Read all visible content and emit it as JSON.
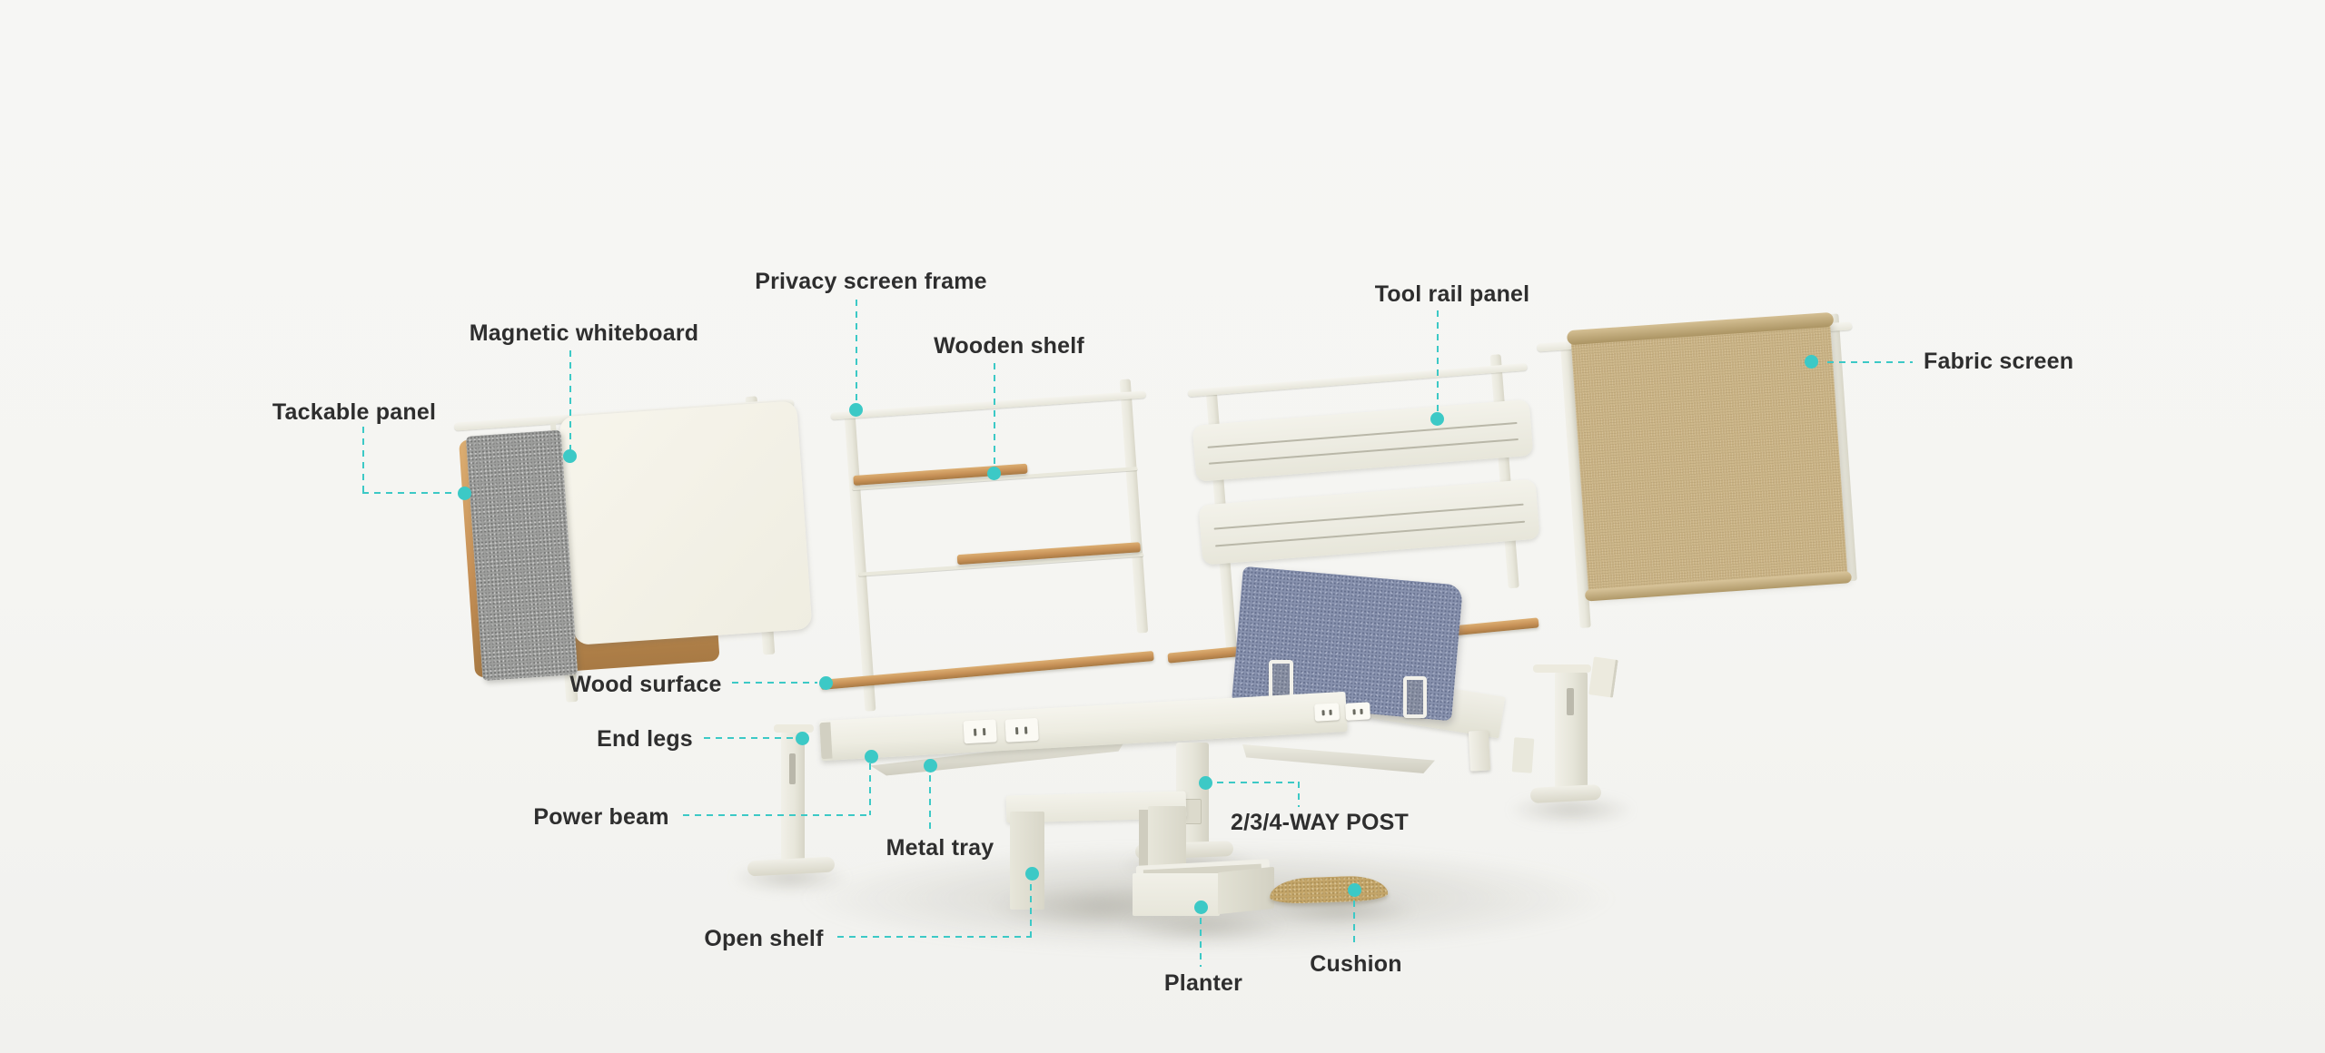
{
  "scene": {
    "description": "Exploded-view product diagram of a modular desk / bench system with annotated components",
    "background_color": "#f5f5f2",
    "accent_color": "#3cc9c6",
    "label_text_color": "#2e2e2e"
  },
  "labels": {
    "tackable_panel": "Tackable panel",
    "magnetic_whiteboard": "Magnetic whiteboard",
    "privacy_screen_frame": "Privacy screen frame",
    "wooden_shelf": "Wooden shelf",
    "tool_rail_panel": "Tool rail panel",
    "fabric_screen": "Fabric screen",
    "wood_surface": "Wood surface",
    "end_legs": "End legs",
    "power_beam": "Power beam",
    "metal_tray": "Metal tray",
    "open_shelf": "Open shelf",
    "way_post": "2/3/4-WAY POST",
    "planter": "Planter",
    "cushion": "Cushion"
  },
  "materials": {
    "wood": "#c79157",
    "fabric_screen_tan": "#c9b284",
    "felt_screen_blue": "#8791ad",
    "tackable_gray": "#9d9e9c",
    "frame_cream": "#f2f1e9"
  }
}
